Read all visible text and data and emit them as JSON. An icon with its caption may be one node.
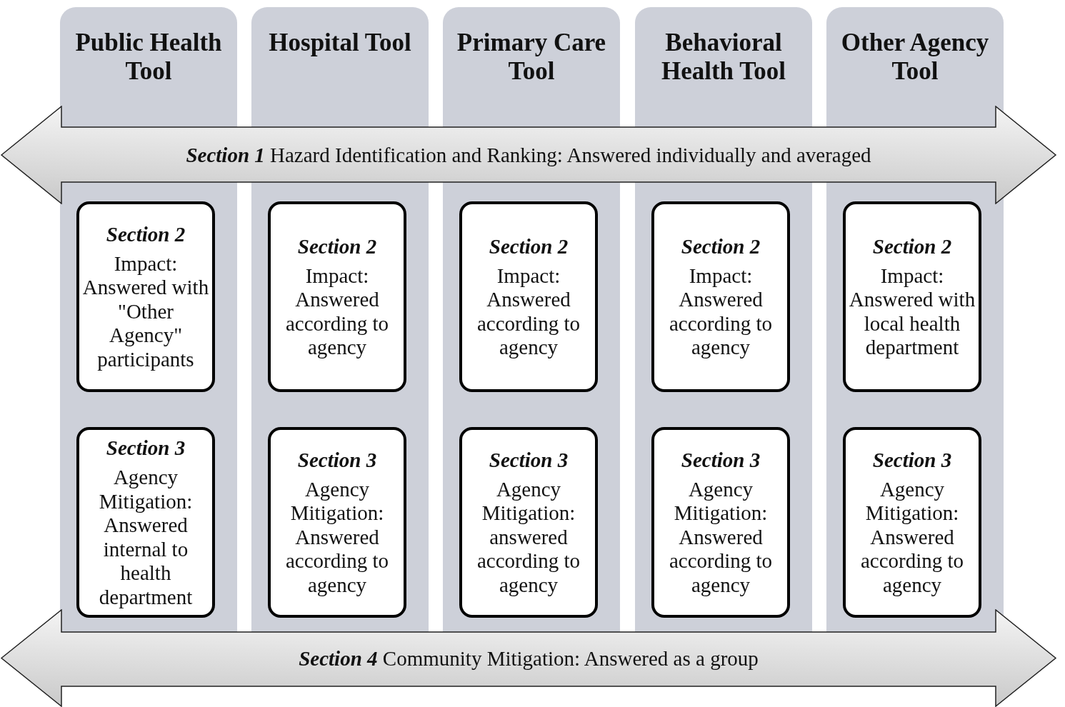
{
  "diagram": {
    "nodes": [
      {
        "text": [
          "Public Health Tool"
        ]
      },
      {
        "text": [
          "Hospital Tool"
        ]
      },
      {
        "text": [
          "Primary Care Tool"
        ]
      },
      {
        "text": [
          "Behavioral Health Tool"
        ]
      },
      {
        "text": [
          "Other Agency Tool"
        ]
      },
      {
        "text": [
          "**Section 1** Hazard Identification and Ranking: Answered individually and averaged"
        ]
      },
      {
        "text": [
          "**Section 4** Community Mitigation: Answered as a group"
        ]
      },
      {
        "text": [
          "Section 2",
          "Impact: Answered with \"Other Agency\" participants"
        ],
        "in": 0
      },
      {
        "text": [
          "Section 3",
          "Agency Mitigation: Answered internal to health department"
        ],
        "in": 0
      },
      {
        "text": [
          "Section 2",
          "Impact: Answered according to agency"
        ],
        "in": 1
      },
      {
        "text": [
          "Section 3",
          "Agency Mitigation: Answered according to agency"
        ],
        "in": 1
      },
      {
        "text": [
          "Section 2",
          "Impact: Answered according to agency"
        ],
        "in": 2
      },
      {
        "text": [
          "Section 3",
          "Agency Mitigation: answered according to agency"
        ],
        "in": 2
      },
      {
        "text": [
          "Section 2",
          "Impact: Answered according to agency"
        ],
        "in": 3
      },
      {
        "text": [
          "Section 3",
          "Agency Mitigation: Answered according to agency"
        ],
        "in": 3
      },
      {
        "text": [
          "Section 2",
          "Impact: Answered with local health department"
        ],
        "in": 4
      },
      {
        "text": [
          "Section 3",
          "Agency Mitigation: Answered according to agency"
        ],
        "in": 4
      }
    ]
  }
}
